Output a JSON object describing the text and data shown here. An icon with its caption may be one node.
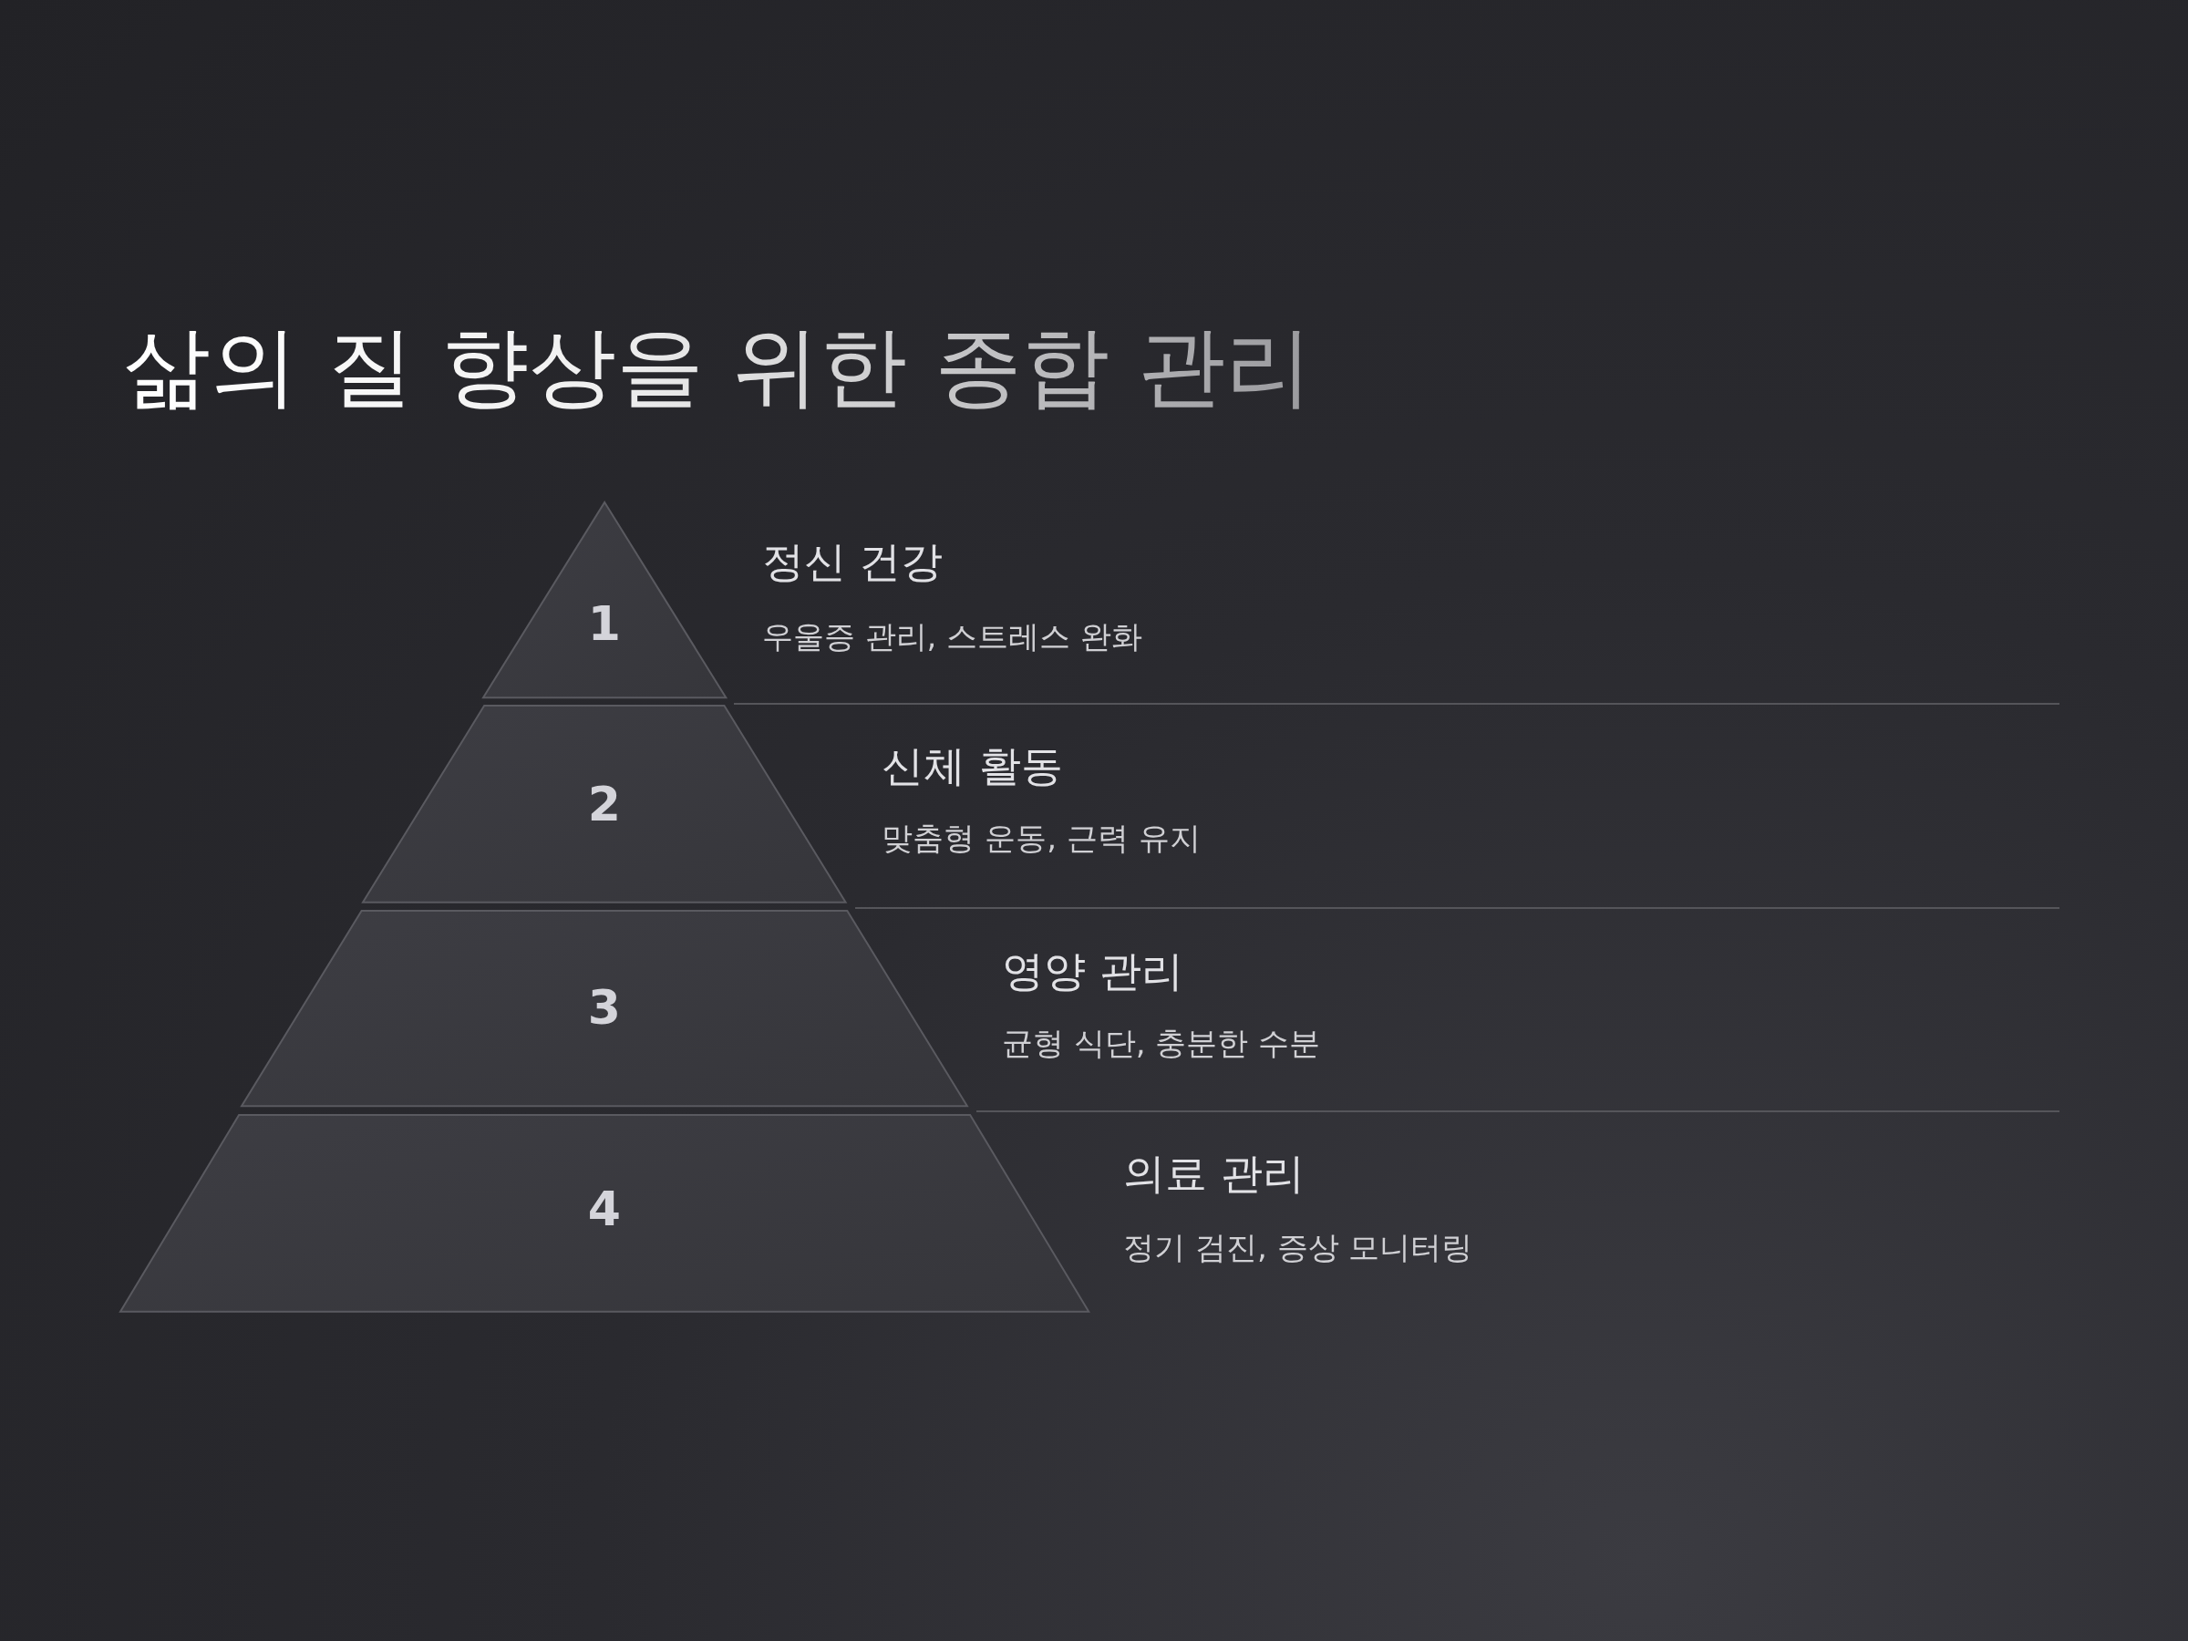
{
  "diagram": {
    "title": "삶의 질 향상을 위한 종합 관리",
    "nodes": [
      {
        "text": [
          "1"
        ],
        "beside": [
          "정신 건강",
          "우울증 관리, 스트레스 완화"
        ]
      },
      {
        "text": [
          "2"
        ],
        "beside": [
          "신체 활동",
          "맞춤형 운동, 근력 유지"
        ]
      },
      {
        "text": [
          "3"
        ],
        "beside": [
          "영양 관리",
          "균형 식단, 충분한 수분"
        ]
      },
      {
        "text": [
          "4"
        ],
        "beside": [
          "의료 관리",
          "정기 검진, 증상 모니터링"
        ]
      }
    ],
    "edges": []
  }
}
